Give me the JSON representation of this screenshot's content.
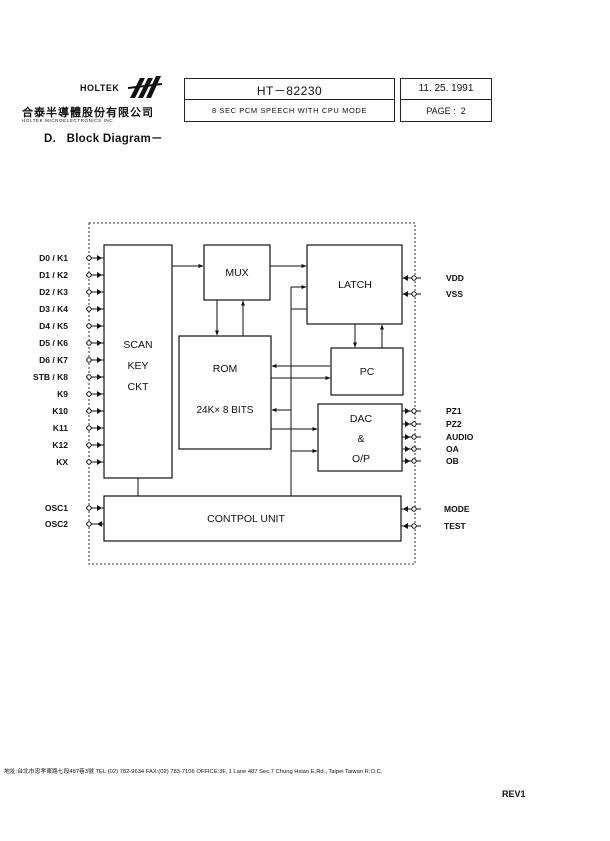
{
  "header": {
    "company_logo_text": "HOLTEK",
    "company_chinese": "合泰半導體股份有限公司",
    "company_english": "HOLTEK MICROELECTRONICS INC.",
    "part_number": "HT－82230",
    "description": "8 SEC PCM SPEECH WITH CPU MODE",
    "date": "11. 25. 1991",
    "page_label": "PAGE :  2"
  },
  "section_title": "D.   Block Diagram－",
  "diagram": {
    "blocks": {
      "scan": [
        "SCAN",
        "KEY",
        "CKT"
      ],
      "mux": "MUX",
      "latch": "LATCH",
      "rom_title": "ROM",
      "rom_size": "24K× 8  BITS",
      "pc": "PC",
      "dac": [
        "DAC",
        "&",
        "O/P"
      ],
      "control": "CONTPOL UNIT"
    },
    "left_pins": [
      "D0 / K1",
      "D1 / K2",
      "D2 / K3",
      "D3 / K4",
      "D4 / K5",
      "D5 / K6",
      "D6 / K7",
      "STB / K8",
      "K9",
      "K10",
      "K11",
      "K12",
      "KX"
    ],
    "left_osc_pins": [
      "OSC1",
      "OSC2"
    ],
    "right_power_pins": [
      "VDD",
      "VSS"
    ],
    "right_output_pins": [
      "PZ1",
      "PZ2",
      "AUDIO",
      "OA",
      "OB"
    ],
    "right_control_pins": [
      "MODE",
      "TEST"
    ]
  },
  "footer": {
    "address": "地址:台北市忠孝東路七段487巷3號 TEL:(02) 782-9634  FAX:(02) 783-7106  OFFICE:3F, 1 Lane 487 Sec.7 Chung Hsiao E.Rd., Taipei Taiwan R.O.C.",
    "revision": "REV1"
  }
}
